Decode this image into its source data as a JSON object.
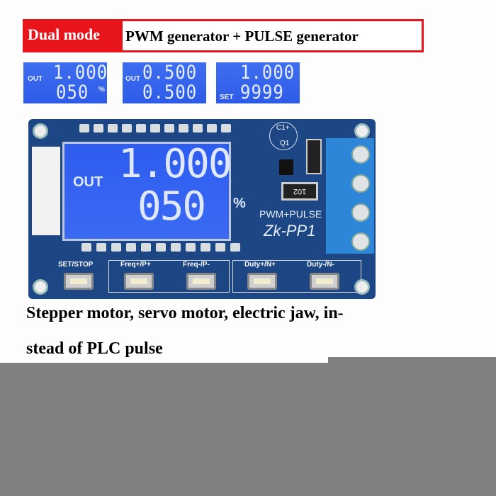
{
  "banner": {
    "mode": "Dual mode",
    "title": "PWM generator + PULSE generator"
  },
  "mini_displays": [
    {
      "label": "OUT",
      "line1": "1.000",
      "line2": "050",
      "unit": "%"
    },
    {
      "label": "OUT",
      "line1": "0.500",
      "line2": "0.500",
      "unit": ""
    },
    {
      "label": "SET",
      "line1": "1.000",
      "line2": "9999",
      "unit": ""
    }
  ],
  "board": {
    "lcd": {
      "label": "OUT",
      "line1": "1.000",
      "line2": "050",
      "unit": "%"
    },
    "silkscreen": {
      "cap": "C1+",
      "transistor": "Q1",
      "resistor": "102",
      "product": "PWM+PULSE",
      "model": "Zk-PP1"
    },
    "buttons": [
      "SET/STOP",
      "Freq+/P+",
      "Freq-/P-",
      "Duty+/N+",
      "Duty-/N-"
    ],
    "pcb_color": "#1c4684",
    "lcd_color": "#3a6af2"
  },
  "caption": {
    "line1": "Stepper motor, servo motor, electric jaw, in-",
    "line2": "stead of PLC pulse"
  },
  "redaction_color": "#808080"
}
